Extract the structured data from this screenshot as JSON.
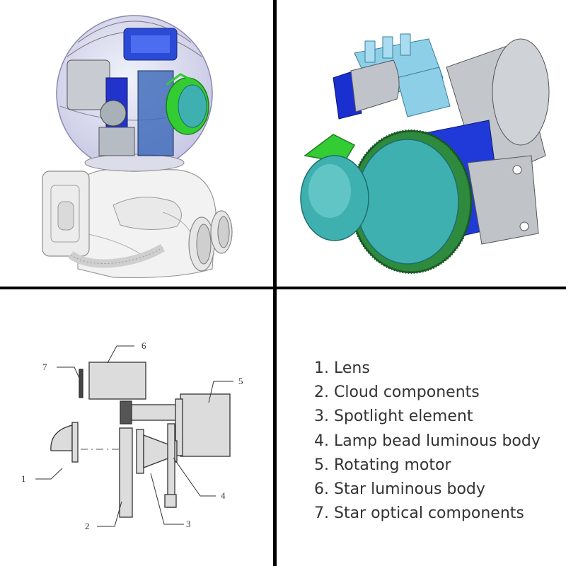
{
  "legend": {
    "items": [
      "1. Lens",
      "2. Cloud components",
      "3. Spotlight element",
      "4. Lamp bead luminous body",
      "5. Rotating motor",
      "6. Star luminous body",
      "7. Star optical components"
    ]
  },
  "schematic": {
    "labels": [
      "1",
      "2",
      "3",
      "4",
      "5",
      "6",
      "7"
    ]
  },
  "colors": {
    "divider": "#000000",
    "text": "#333333",
    "lens_green": "#33cc33",
    "lens_teal": "#3fb0b0",
    "heatsink_blue": "#8ecfe8",
    "part_blue": "#1a2fd0",
    "gear_green": "#2e8b3e",
    "grey_metal": "#b9bec3"
  }
}
